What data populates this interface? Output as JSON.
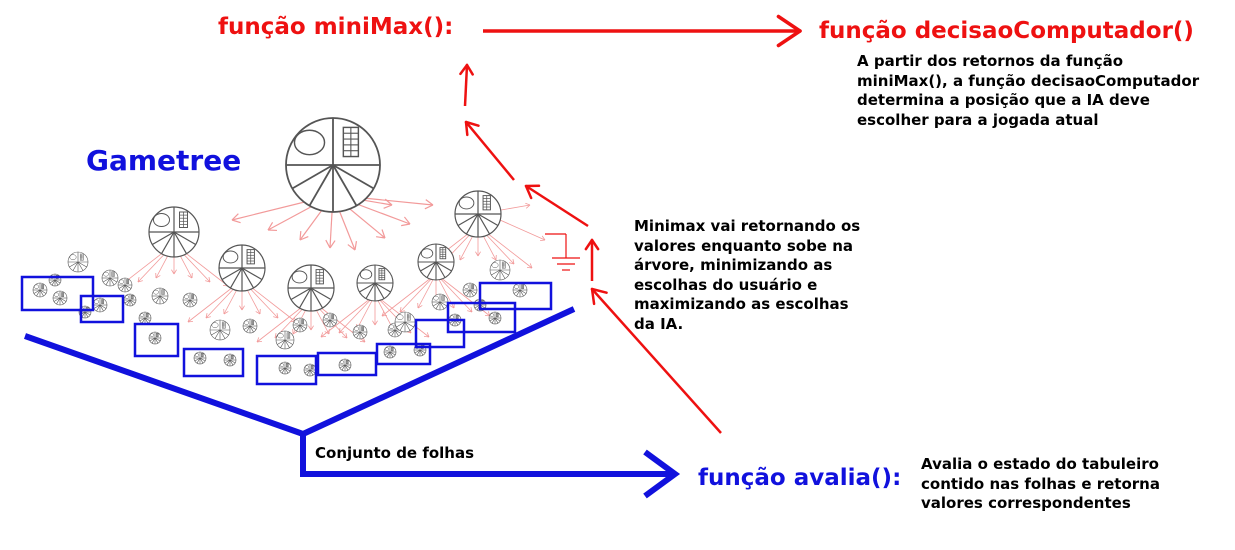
{
  "labels": {
    "minimax_fn": "função miniMax():",
    "decisao_fn": "função decisaoComputador()",
    "avalia_fn": "função avalia():",
    "gametree": "Gametree",
    "conjunto_folhas": "Conjunto de folhas"
  },
  "descriptions": {
    "decisao": [
      "A partir dos retornos da função",
      "miniMax(), a função decisaoComputador",
      "determina a posição que a IA deve",
      "escolher para a jogada atual"
    ],
    "minimax": [
      "Minimax vai retornando os",
      "valores enquanto sobe na",
      "árvore, minimizando as",
      "escolhas do usuário e",
      "maximizando as escolhas",
      "da IA."
    ],
    "avalia": [
      "Avalia o estado do tabuleiro",
      "contido nas folhas e retorna",
      "valores correspondentes"
    ]
  },
  "colors": {
    "red": "#ee1111",
    "blue": "#1111dd",
    "node_stroke": "#555555",
    "pale_arrow": "#f29a9a"
  }
}
